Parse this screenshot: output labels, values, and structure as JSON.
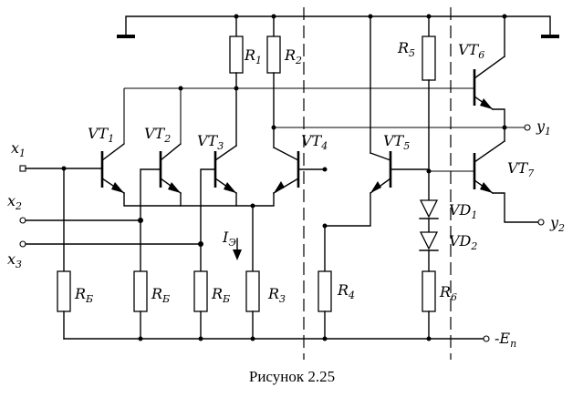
{
  "caption": "Рисунок 2.25",
  "labels": {
    "R1": {
      "main": "R",
      "sub": "1"
    },
    "R2": {
      "main": "R",
      "sub": "2"
    },
    "R5": {
      "main": "R",
      "sub": "5"
    },
    "RB1": {
      "main": "R",
      "sub": "Б"
    },
    "RB2": {
      "main": "R",
      "sub": "Б"
    },
    "RB3": {
      "main": "R",
      "sub": "Б"
    },
    "R3": {
      "main": "R",
      "sub": "3"
    },
    "R4": {
      "main": "R",
      "sub": "4"
    },
    "R6": {
      "main": "R",
      "sub": "6"
    },
    "VT1": {
      "main": "VT",
      "sub": "1"
    },
    "VT2": {
      "main": "VT",
      "sub": "2"
    },
    "VT3": {
      "main": "VT",
      "sub": "3"
    },
    "VT4": {
      "main": "VT",
      "sub": "4"
    },
    "VT5": {
      "main": "VT",
      "sub": "5"
    },
    "VT6": {
      "main": "VT",
      "sub": "6"
    },
    "VT7": {
      "main": "VT",
      "sub": "7"
    },
    "VD1": {
      "main": "VD",
      "sub": "1"
    },
    "VD2": {
      "main": "VD",
      "sub": "2"
    },
    "x1": {
      "main": "x",
      "sub": "1"
    },
    "x2": {
      "main": "x",
      "sub": "2"
    },
    "x3": {
      "main": "x",
      "sub": "3"
    },
    "y1": {
      "main": "y",
      "sub": "1"
    },
    "y2": {
      "main": "y",
      "sub": "2"
    },
    "IE": {
      "main": "I",
      "sub": "Э"
    },
    "En": {
      "main": "-E",
      "sub": "n"
    }
  }
}
